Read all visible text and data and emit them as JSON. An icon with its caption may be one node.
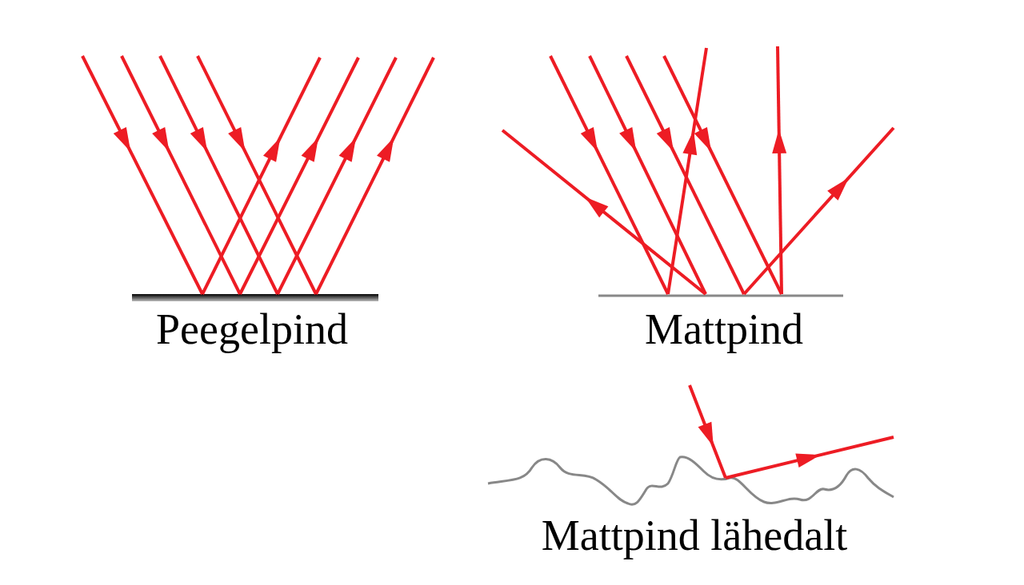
{
  "diagram": {
    "labels": [
      "Peegelpind",
      "Mattpind",
      "Mattpind lähedalt"
    ]
  }
}
